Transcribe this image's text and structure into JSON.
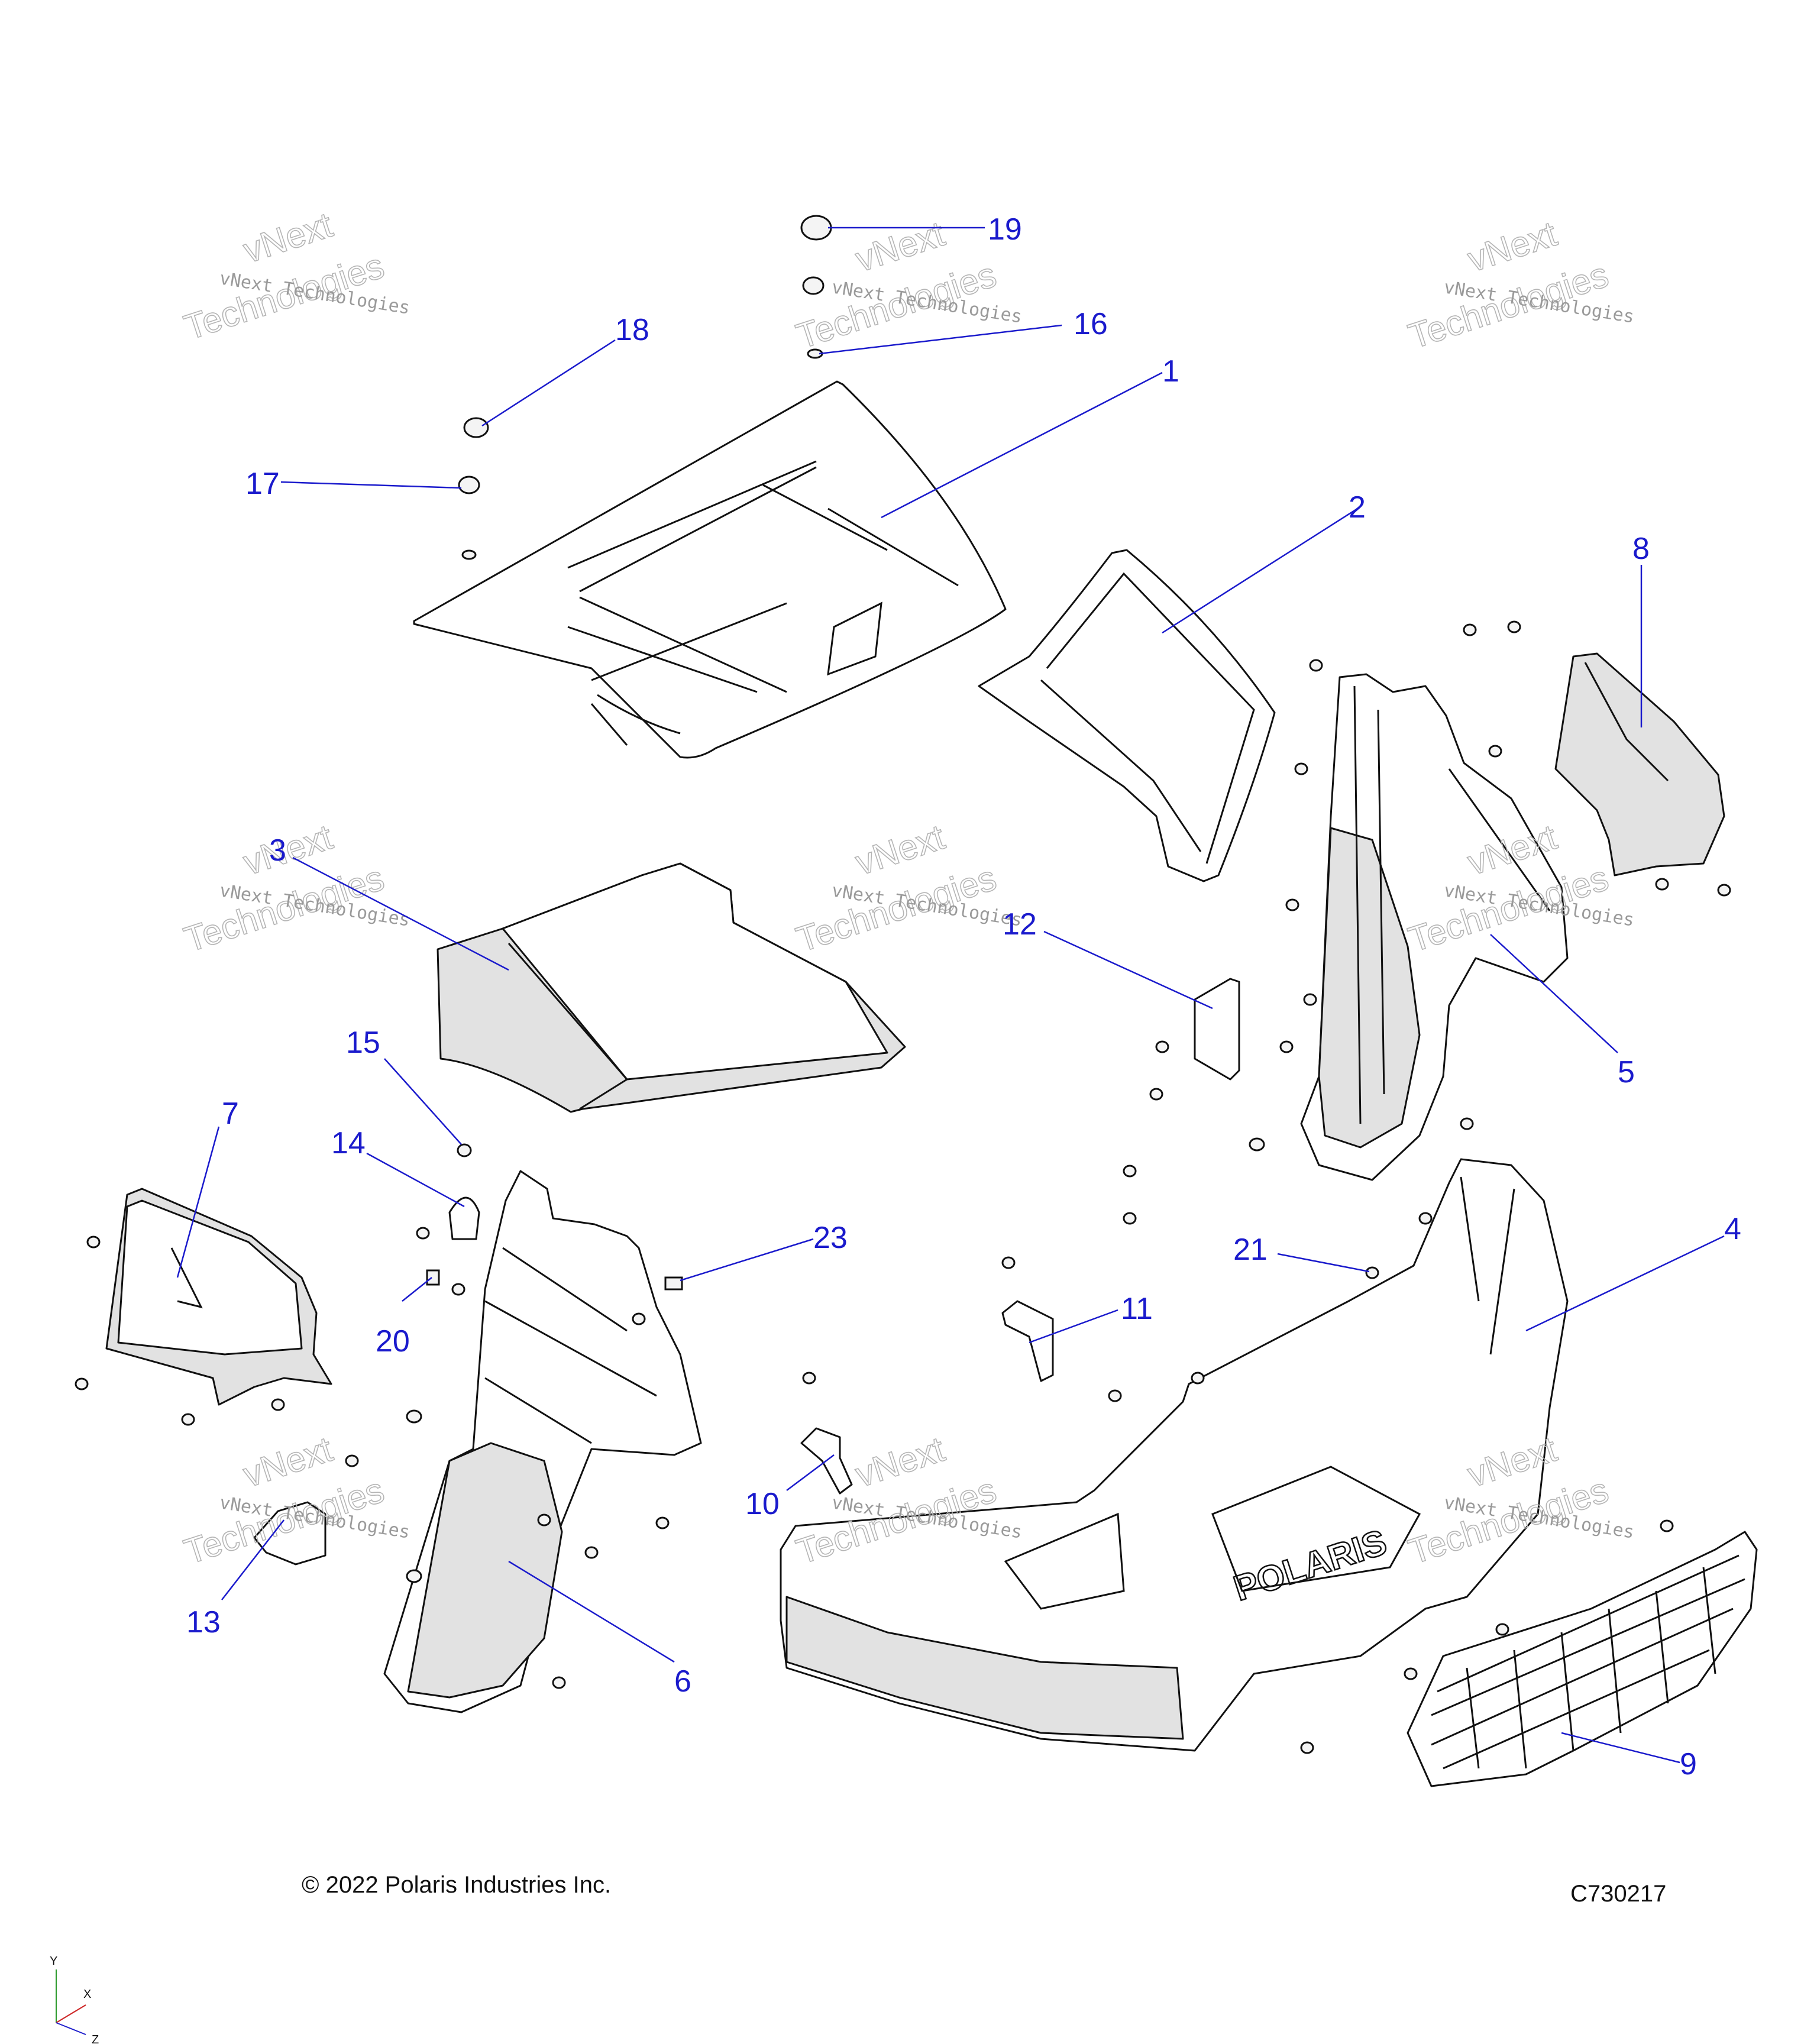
{
  "diagram": {
    "copyright": "© 2022 Polaris Industries Inc.",
    "figure_code": "C730217",
    "watermark": {
      "line1": "vNext Technologies",
      "line2": "vNext",
      "line3": "Technologies"
    },
    "axes": {
      "y": "Y",
      "x": "X",
      "z": "Z"
    },
    "callouts": [
      "1",
      "2",
      "3",
      "4",
      "5",
      "6",
      "7",
      "8",
      "9",
      "10",
      "11",
      "12",
      "13",
      "14",
      "15",
      "16",
      "17",
      "18",
      "19",
      "20",
      "21",
      "23"
    ],
    "brand_mark": "POLARIS"
  }
}
